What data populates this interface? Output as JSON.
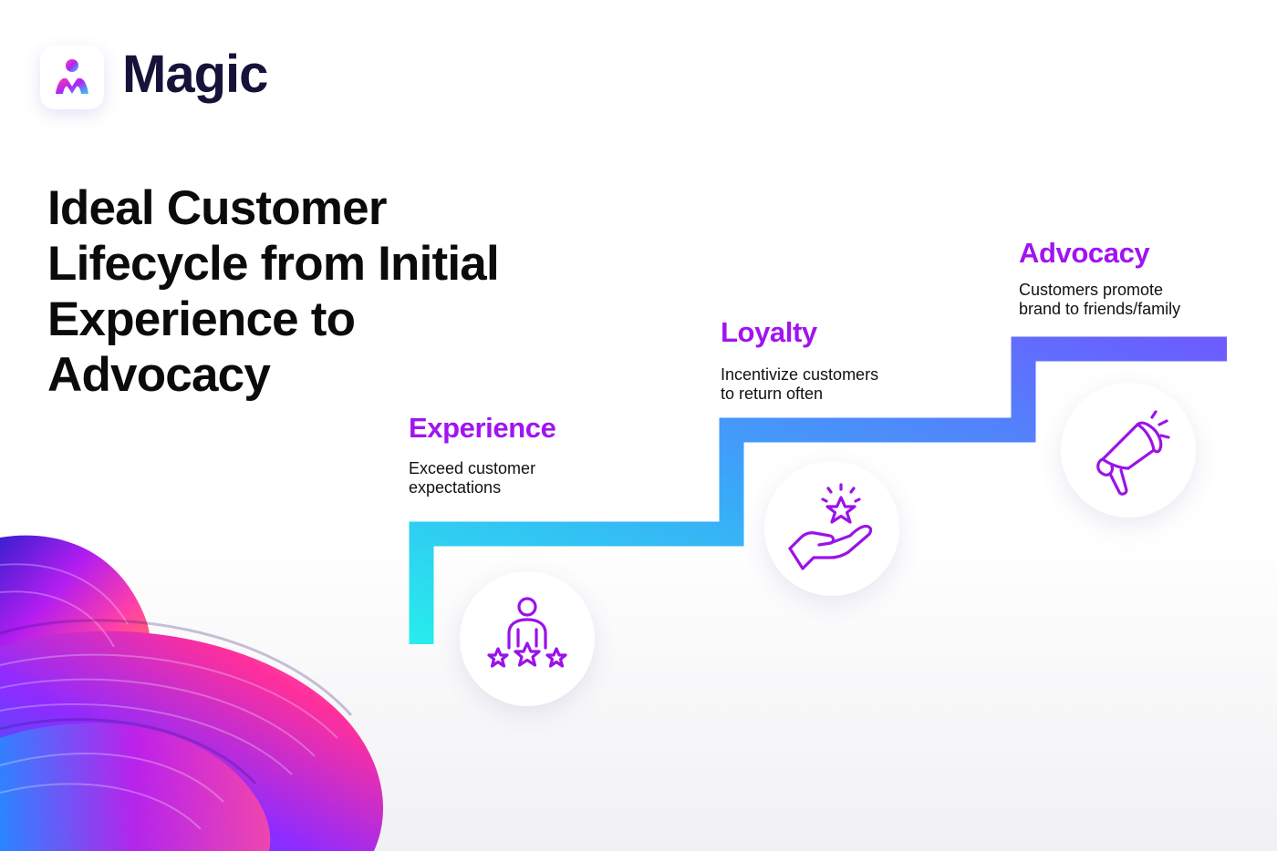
{
  "brand": {
    "name": "Magic",
    "logo_icon": "magic-m-person-logo"
  },
  "headline": {
    "lines": [
      "Ideal Customer",
      "Lifecycle from Initial",
      "Experience to",
      "Advocacy"
    ]
  },
  "stages": [
    {
      "title": "Experience",
      "description_lines": [
        "Exceed customer",
        "expectations"
      ],
      "icon": "person-with-stars-icon"
    },
    {
      "title": "Loyalty",
      "description_lines": [
        "Incentivize customers",
        "to return often"
      ],
      "icon": "hand-holding-star-icon"
    },
    {
      "title": "Advocacy",
      "description_lines": [
        "Customers promote",
        "brand to friends/family"
      ],
      "icon": "megaphone-icon"
    }
  ],
  "colors": {
    "title_accent": "#a113f0",
    "icon_stroke": "#9b12e8",
    "stair_gradient_start": "#27ecec",
    "stair_gradient_end": "#6c5cff",
    "brand_text": "#16133a"
  }
}
